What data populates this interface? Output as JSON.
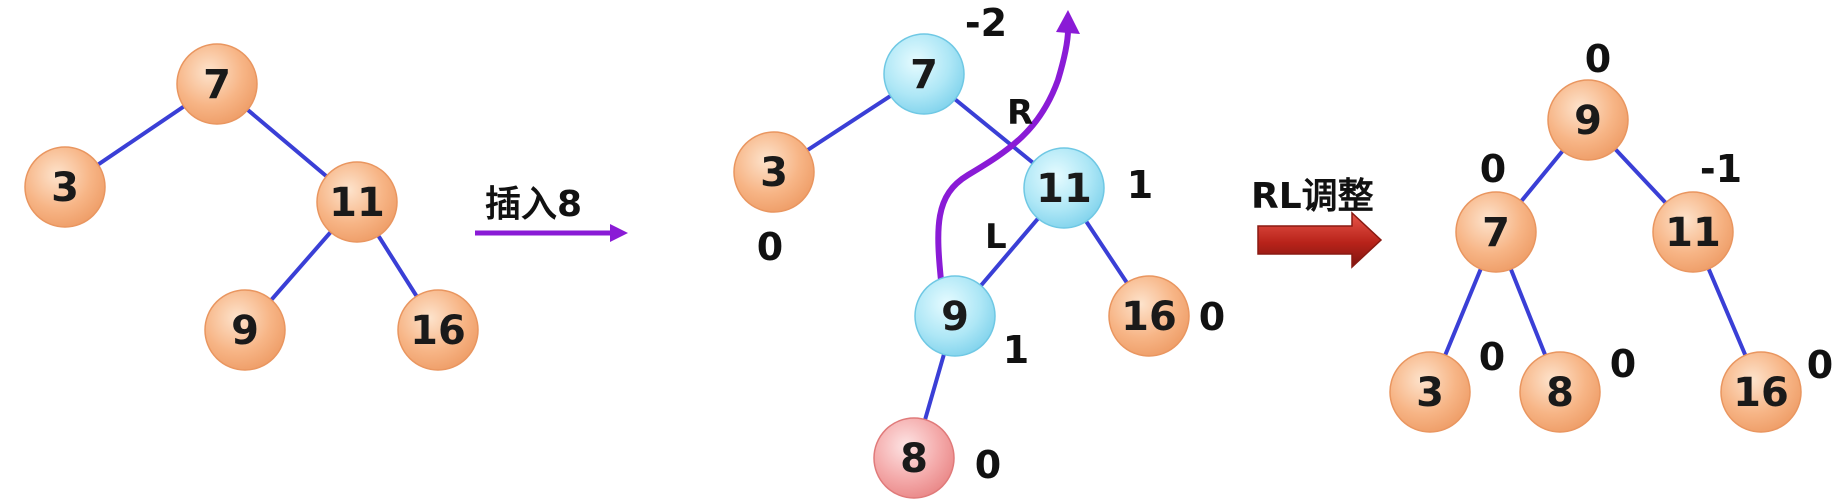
{
  "colors": {
    "orange_node": "#f7b07a",
    "blue_node": "#9fe3f4",
    "red_node": "#f2a0a0",
    "edge": "#3a3fd6",
    "purple_arrow": "#8a1bd6",
    "red_arrow": "#c0281e"
  },
  "tree1": {
    "nodes": [
      {
        "id": "n7",
        "label": "7",
        "color": "orange"
      },
      {
        "id": "n3",
        "label": "3",
        "color": "orange"
      },
      {
        "id": "n11",
        "label": "11",
        "color": "orange"
      },
      {
        "id": "n9",
        "label": "9",
        "color": "orange"
      },
      {
        "id": "n16",
        "label": "16",
        "color": "orange"
      }
    ],
    "edges": [
      [
        "n7",
        "n3"
      ],
      [
        "n7",
        "n11"
      ],
      [
        "n11",
        "n9"
      ],
      [
        "n11",
        "n16"
      ]
    ]
  },
  "op1": {
    "label": "插入8"
  },
  "tree2": {
    "nodes": [
      {
        "id": "n7",
        "label": "7",
        "color": "blue",
        "bf": "-2"
      },
      {
        "id": "n3",
        "label": "3",
        "color": "orange",
        "bf": "0"
      },
      {
        "id": "n11",
        "label": "11",
        "color": "blue",
        "bf": "1"
      },
      {
        "id": "n9",
        "label": "9",
        "color": "blue",
        "bf": "1"
      },
      {
        "id": "n16",
        "label": "16",
        "color": "orange",
        "bf": "0"
      },
      {
        "id": "n8",
        "label": "8",
        "color": "red",
        "bf": "0"
      }
    ],
    "edges": [
      [
        "n7",
        "n3"
      ],
      [
        "n7",
        "n11"
      ],
      [
        "n11",
        "n9"
      ],
      [
        "n11",
        "n16"
      ],
      [
        "n9",
        "n8"
      ]
    ],
    "edge_labels": {
      "r": "R",
      "l": "L"
    }
  },
  "op2": {
    "label": "RL调整"
  },
  "tree3": {
    "nodes": [
      {
        "id": "n9",
        "label": "9",
        "color": "orange",
        "bf": "0"
      },
      {
        "id": "n7",
        "label": "7",
        "color": "orange",
        "bf": "0"
      },
      {
        "id": "n11",
        "label": "11",
        "color": "orange",
        "bf": "-1"
      },
      {
        "id": "n3",
        "label": "3",
        "color": "orange",
        "bf": "0"
      },
      {
        "id": "n8",
        "label": "8",
        "color": "orange",
        "bf": "0"
      },
      {
        "id": "n16",
        "label": "16",
        "color": "orange",
        "bf": "0"
      }
    ],
    "edges": [
      [
        "n9",
        "n7"
      ],
      [
        "n9",
        "n11"
      ],
      [
        "n7",
        "n3"
      ],
      [
        "n7",
        "n8"
      ],
      [
        "n11",
        "n16"
      ]
    ]
  }
}
